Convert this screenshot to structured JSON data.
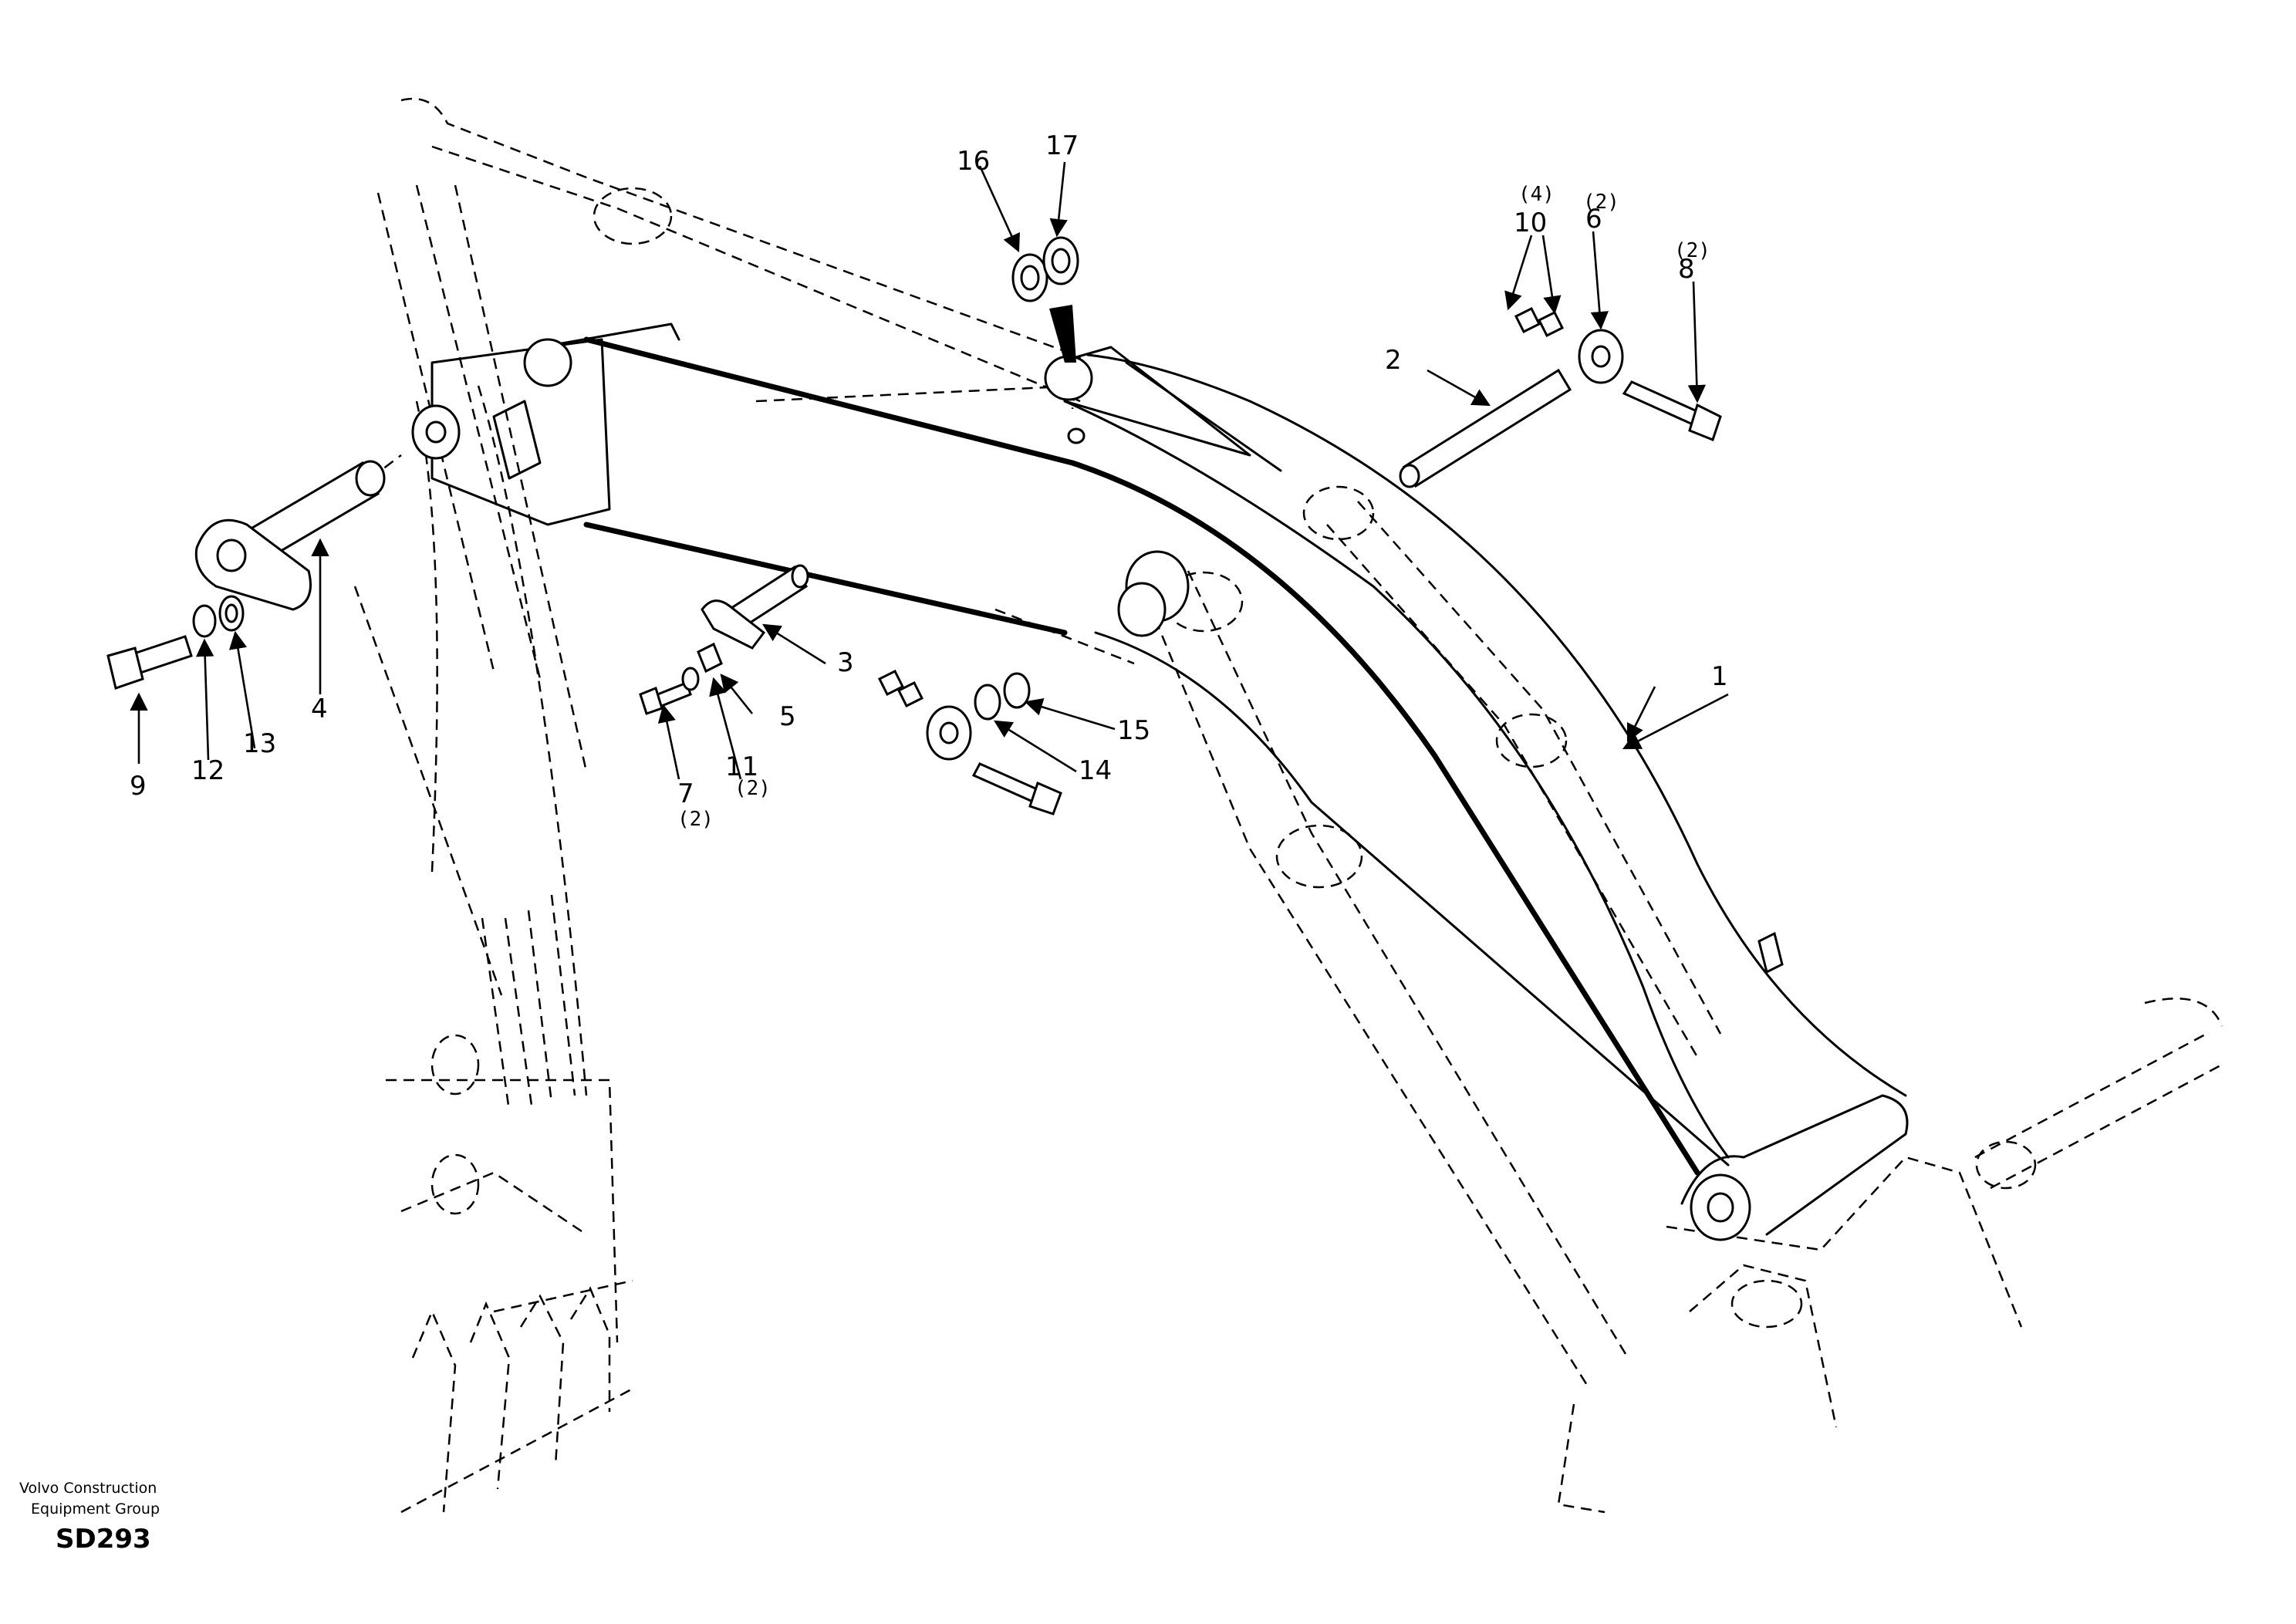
{
  "callouts": {
    "c1": "1",
    "c2": "2",
    "c3": "3",
    "c4": "4",
    "c5": "5",
    "c6": "6",
    "c7": "7",
    "c8": "8",
    "c9": "9",
    "c10": "10",
    "c11": "11",
    "c12": "12",
    "c13": "13",
    "c14": "14",
    "c15": "15",
    "c16": "16",
    "c17": "17"
  },
  "quantities": {
    "q10": "(4)",
    "q6": "(2)",
    "q8": "(2)",
    "q7": "(2)",
    "q11": "(2)"
  },
  "footer": {
    "company_line1": "Volvo Construction",
    "company_line2": "Equipment Group",
    "code": "SD293"
  }
}
